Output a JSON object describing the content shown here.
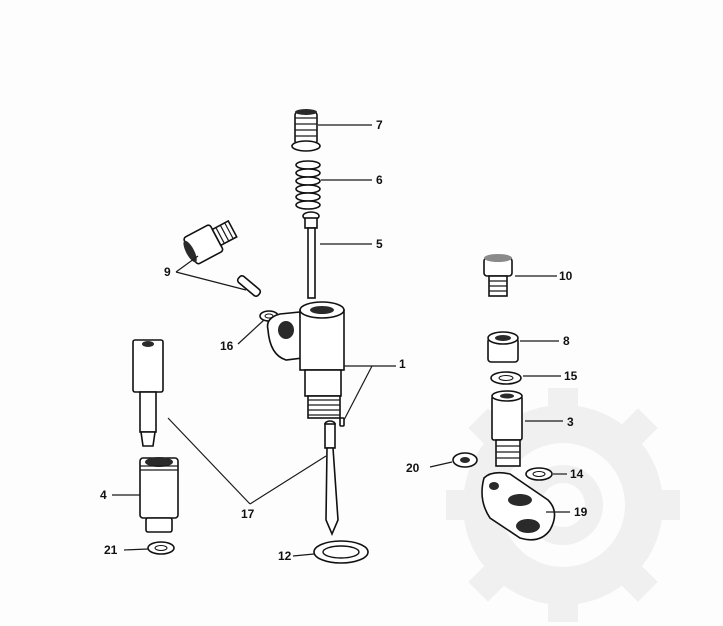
{
  "diagram": {
    "callouts": [
      {
        "id": "7",
        "text": "7"
      },
      {
        "id": "6",
        "text": "6"
      },
      {
        "id": "5",
        "text": "5"
      },
      {
        "id": "9",
        "text": "9"
      },
      {
        "id": "10",
        "text": "10"
      },
      {
        "id": "16",
        "text": "16"
      },
      {
        "id": "1",
        "text": "1"
      },
      {
        "id": "8",
        "text": "8"
      },
      {
        "id": "15",
        "text": "15"
      },
      {
        "id": "3",
        "text": "3"
      },
      {
        "id": "20",
        "text": "20"
      },
      {
        "id": "14",
        "text": "14"
      },
      {
        "id": "19",
        "text": "19"
      },
      {
        "id": "4",
        "text": "4"
      },
      {
        "id": "17",
        "text": "17"
      },
      {
        "id": "21",
        "text": "21"
      },
      {
        "id": "12",
        "text": "12"
      }
    ],
    "colors": {
      "ink": "#111111",
      "watermark": "#e6e6e6",
      "paper": "#fdfdfd"
    }
  }
}
